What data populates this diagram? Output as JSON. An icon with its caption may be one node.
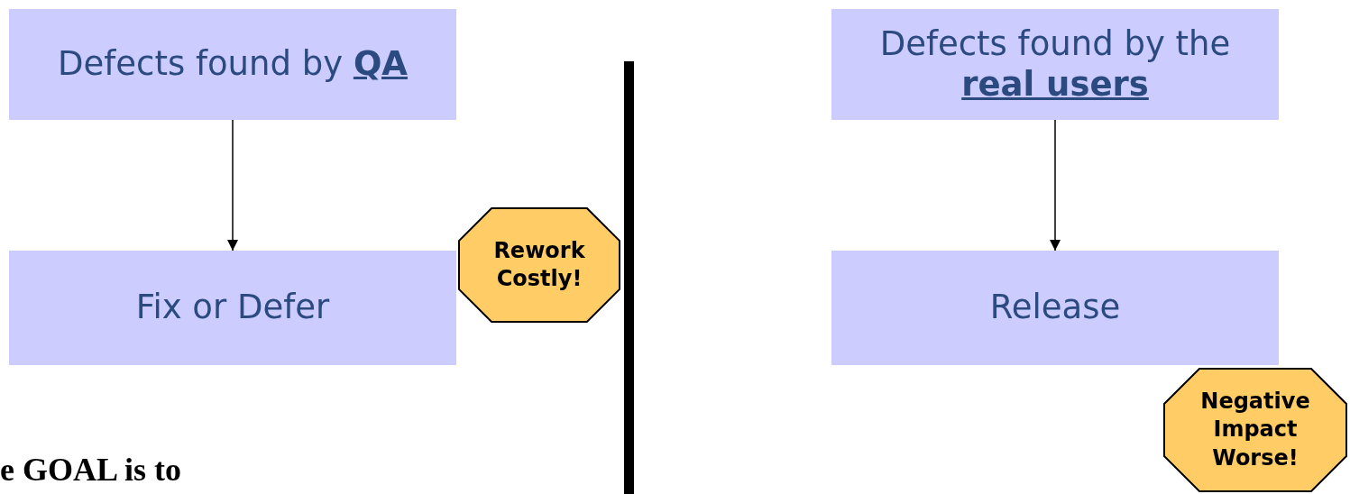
{
  "diagram": {
    "nodes": [
      {
        "text": [
          "Defects found by **QA**"
        ]
      },
      {
        "text": [
          "Fix or Defer"
        ]
      },
      {
        "text": [
          "Rework Costly!"
        ]
      },
      {
        "text": [
          "Defects found by the **real users**"
        ]
      },
      {
        "text": [
          "Release"
        ]
      },
      {
        "text": [
          "Negative Impact Worse!"
        ]
      }
    ],
    "edges": [
      {
        "from": 0,
        "to": 1,
        "arrow": "to"
      },
      {
        "from": 3,
        "to": 4,
        "arrow": "to"
      }
    ],
    "labels": [
      "e GOAL is to"
    ]
  }
}
